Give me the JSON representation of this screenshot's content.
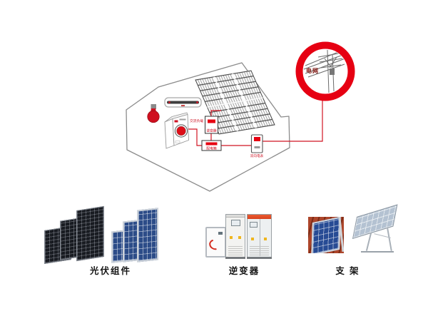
{
  "colors": {
    "accent_red": "#e60012",
    "wire_red": "#d11423",
    "label_red": "#cc1122",
    "grid_text_red": "#7c120c"
  },
  "diagram": {
    "grid_label": "电网",
    "ac_load_label": "交流负载",
    "inverter_label": "逆变器",
    "distribution_label": "配电箱",
    "meter_label": "双向电表"
  },
  "products": {
    "pv_modules": {
      "label": "光伏组件"
    },
    "inverter": {
      "label": "逆变器"
    },
    "bracket": {
      "label": "支 架"
    }
  }
}
